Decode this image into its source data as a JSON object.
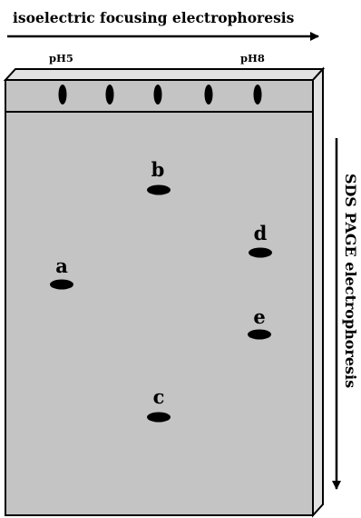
{
  "diagram": {
    "top_label": "isoelectric focusing electrophoresis",
    "side_label": "SDS PAGE electrophoresis",
    "ph_left": "pH5",
    "ph_right": "pH8",
    "first_dimension_bands": 5,
    "spots": [
      {
        "id": "a",
        "label": "a"
      },
      {
        "id": "b",
        "label": "b"
      },
      {
        "id": "c",
        "label": "c"
      },
      {
        "id": "d",
        "label": "d"
      },
      {
        "id": "e",
        "label": "e"
      }
    ],
    "colors": {
      "gel": "#c4c4c4",
      "gel_side": "#e2e2e2",
      "outline": "#000000",
      "spot": "#000000",
      "background": "#ffffff"
    }
  }
}
